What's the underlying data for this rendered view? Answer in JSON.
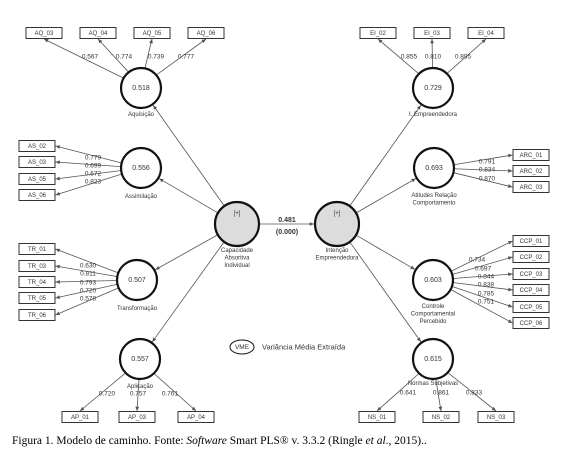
{
  "constructs": {
    "aquisicao": {
      "label": "Aquisição",
      "ave": "0.518",
      "loadings": [
        "0.567",
        "0.774",
        "0.739",
        "0.777"
      ],
      "indicators": [
        "AQ_03",
        "AQ_04",
        "AQ_05",
        "AQ_06"
      ]
    },
    "assimilacao": {
      "label": "Assimilação",
      "ave": "0.556",
      "loadings": [
        "0.779",
        "0.699",
        "0.672",
        "0.823"
      ],
      "indicators": [
        "AS_02",
        "AS_03",
        "AS_05",
        "AS_06"
      ]
    },
    "transformacao": {
      "label": "Transformação",
      "ave": "0.507",
      "loadings": [
        "0.630",
        "0.811",
        "0.793",
        "0.720",
        "0.578"
      ],
      "indicators": [
        "TR_01",
        "TR_03",
        "TR_04",
        "TR_05",
        "TR_06"
      ]
    },
    "aplicacao": {
      "label": "Aplicação",
      "ave": "0.557",
      "loadings": [
        "0.720",
        "0.757",
        "0.761"
      ],
      "indicators": [
        "AP_01",
        "AP_03",
        "AP_04"
      ]
    },
    "capacidade": {
      "label": [
        "Capacidade",
        "Absortiva",
        "Individual"
      ],
      "marker": "[+]"
    },
    "intencao": {
      "label": [
        "Intenção",
        "Empreendedora"
      ],
      "marker": "[+]"
    },
    "empreendedora": {
      "label": "I. Empreendedora",
      "ave": "0.729",
      "loadings": [
        "0.855",
        "0.810",
        "0.895"
      ],
      "indicators": [
        "EI_02",
        "EI_03",
        "EI_04"
      ]
    },
    "atitudes": {
      "label": [
        "Atitudes Relação",
        "Comportamento"
      ],
      "ave": "0.693",
      "loadings": [
        "0.791",
        "0.834",
        "0.870"
      ],
      "indicators": [
        "ARC_01",
        "ARC_02",
        "ARC_03"
      ]
    },
    "controle": {
      "label": [
        "Controle",
        "Comportamental",
        "Percebido"
      ],
      "ave": "0.603",
      "loadings": [
        "0.734",
        "0.697",
        "0.844",
        "0.838",
        "0.785",
        "0.751"
      ],
      "indicators": [
        "CCP_01",
        "CCP_02",
        "CCP_03",
        "CCP_04",
        "CCP_05",
        "CCP_06"
      ]
    },
    "normas": {
      "label": "Normas Subjetivas",
      "ave": "0.615",
      "loadings": [
        "0.641",
        "0.861",
        "0.833"
      ],
      "indicators": [
        "NS_01",
        "NS_02",
        "NS_03"
      ]
    }
  },
  "path": {
    "coefficient": "0.481",
    "p_value": "(0.000)"
  },
  "legend": {
    "symbol": "VME",
    "text": "Variância Média Extraída"
  },
  "caption": {
    "prefix": "Figura 1. Modelo de caminho. Fonte: ",
    "software": "Software",
    "middle": " Smart PLS® v. 3.3.2 (Ringle ",
    "etal": "et al",
    "suffix": "., 2015).."
  }
}
